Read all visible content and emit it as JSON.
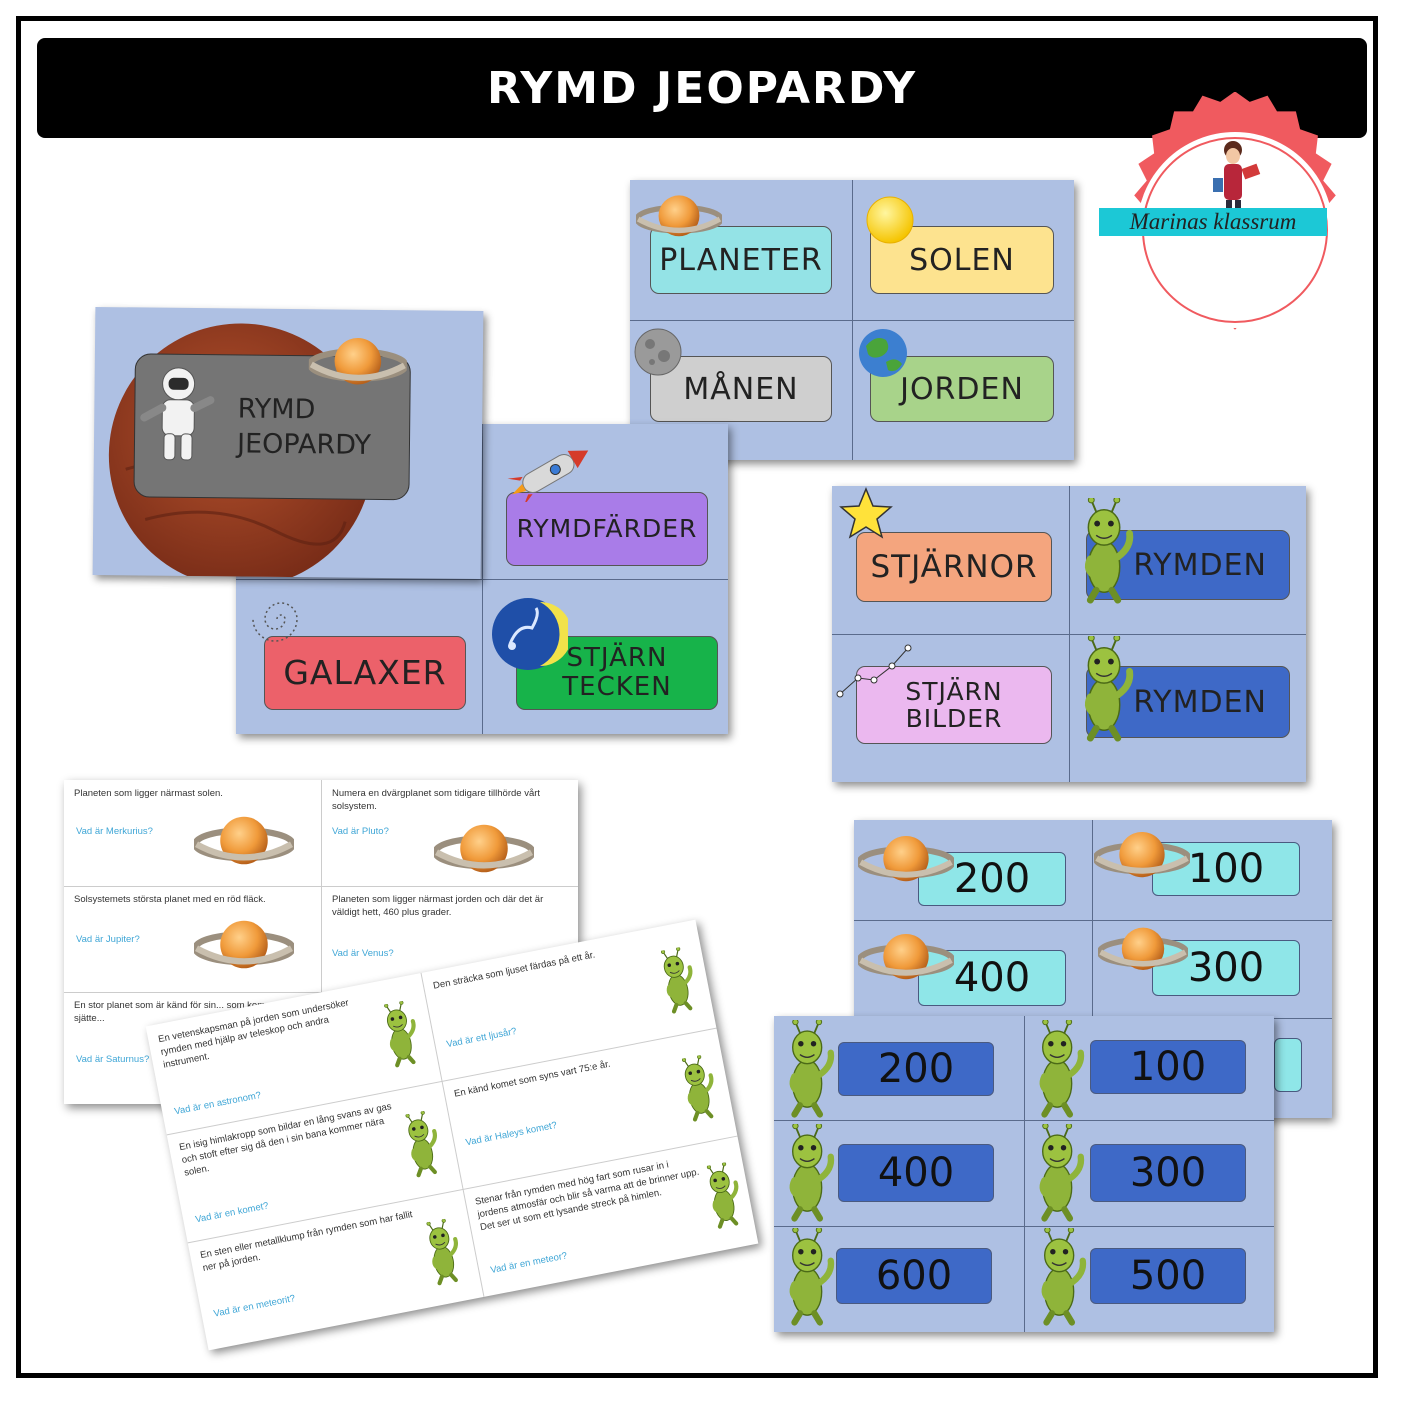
{
  "title": "RYMD JEOPARDY",
  "logo": {
    "text": "Marinas klassrum",
    "accent": "#f05a5f",
    "ribbon": "#1cc8d6"
  },
  "title_card": {
    "line1": "RYMD",
    "line2": "JEOPARDY"
  },
  "category_card_1": {
    "items": [
      {
        "label": "PLANETER",
        "color": "#94e3e6",
        "icon": "saturn-icon"
      },
      {
        "label": "SOLEN",
        "color": "#fde38f",
        "icon": "sun-icon"
      },
      {
        "label": "MÅNEN",
        "color": "#cfcfcf",
        "icon": "moon-icon"
      },
      {
        "label": "JORDEN",
        "color": "#a8d38a",
        "icon": "earth-icon"
      }
    ]
  },
  "category_card_2": {
    "items": [
      {
        "label": "RYMDFÄRDER",
        "color": "#a97ce8",
        "icon": "rocket-icon"
      },
      {
        "label": "GALAXER",
        "color": "#ec616a",
        "icon": "galaxy-icon"
      },
      {
        "label1": "STJÄRN",
        "label2": "TECKEN",
        "color": "#17b34a",
        "icon": "scorpio-icon"
      }
    ]
  },
  "category_card_3": {
    "items": [
      {
        "label": "STJÄRNOR",
        "color": "#f4a57e",
        "icon": "star-icon"
      },
      {
        "label": "RYMDEN",
        "color": "#3e69c7",
        "icon": "alien-icon"
      },
      {
        "label1": "STJÄRN",
        "label2": "BILDER",
        "color": "#ebb8ef",
        "icon": "constellation-icon"
      },
      {
        "label": "RYMDEN",
        "color": "#3e69c7",
        "icon": "alien-icon"
      }
    ]
  },
  "points_card_planets": {
    "values": [
      "200",
      "100",
      "400",
      "300"
    ],
    "color": "#8fe6e8"
  },
  "points_card_aliens": {
    "values": [
      "200",
      "100",
      "400",
      "300",
      "600",
      "500"
    ],
    "color": "#3e69c7"
  },
  "question_sheet_1": {
    "cells": [
      {
        "q": "Planeten som ligger närmast solen.",
        "a": "Vad är Merkurius?"
      },
      {
        "q": "Numera en dvärgplanet som tidigare tillhörde vårt solsystem.",
        "a": "Vad är Pluto?"
      },
      {
        "q": "Solsystemets största planet med en röd fläck.",
        "a": "Vad är Jupiter?"
      },
      {
        "q": "Planeten som ligger närmast jorden och där det är väldigt hett, 460 plus grader.",
        "a": "Vad är Venus?"
      },
      {
        "q": "En stor planet som är känd för sin... som kommer på sjätte...",
        "a": "Vad är Saturnus?"
      }
    ]
  },
  "question_sheet_2": {
    "cells": [
      {
        "q": "En vetenskapsman på jorden som undersöker rymden med hjälp av teleskop och andra instrument.",
        "a": "Vad är en astronom?"
      },
      {
        "q": "Den sträcka som ljuset färdas på ett år.",
        "a": "Vad är ett ljusår?"
      },
      {
        "q": "En isig himlakropp som bildar en lång svans av gas och stoft efter sig då den i sin bana kommer nära solen.",
        "a": "Vad är en komet?"
      },
      {
        "q": "En känd komet som syns vart 75:e år.",
        "a": "Vad är Haleys komet?"
      },
      {
        "q": "En sten eller metallklump från rymden som har fallit ner på jorden.",
        "a": "Vad är en meteorit?"
      },
      {
        "q": "Stenar från rymden med hög fart som rusar in i jordens atmosfär och blir så varma att de brinner upp. Det ser ut som ett lysande streck på himlen.",
        "a": "Vad är en meteor?"
      }
    ]
  }
}
